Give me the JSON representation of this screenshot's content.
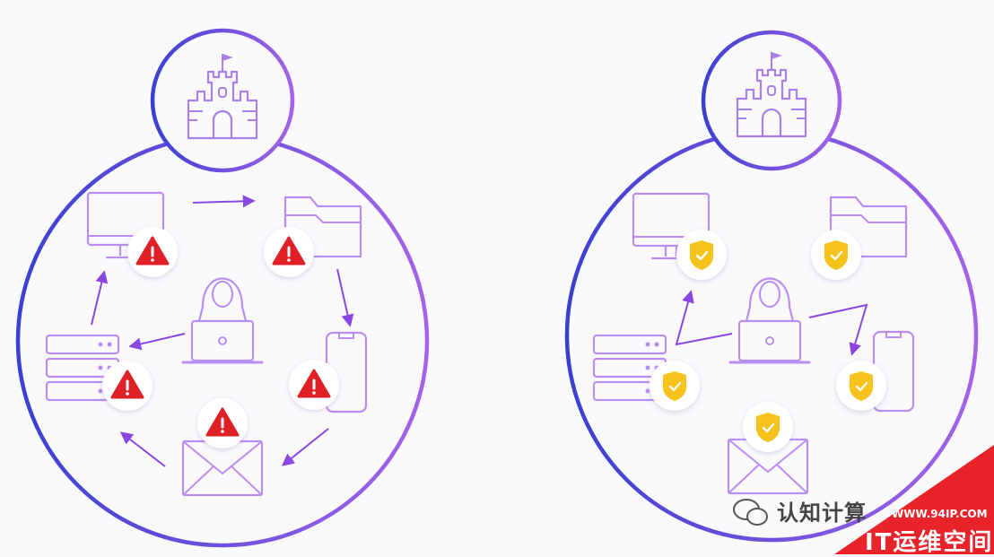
{
  "colors": {
    "circle_stroke_a": "#3b3fd1",
    "circle_stroke_b": "#a463e8",
    "icon_stroke": "#b98ef0",
    "alert_red": "#e02027",
    "shield_yellow": "#f7c21b",
    "watermark_red": "#e8232a"
  },
  "left_scene": {
    "state": "compromised",
    "badge_icon": "warning-triangle-icon",
    "arrows": "ring: computer -> folder -> phone -> email -> servers -> computer, plus hacker -> servers"
  },
  "right_scene": {
    "state": "protected",
    "badge_icon": "shield-check-icon",
    "arrows": "hacker -> computer, hacker -> phone"
  },
  "watermark": {
    "label": "认知计算",
    "url": "WWW.94IP.COM",
    "brand": "IT运维空间"
  }
}
